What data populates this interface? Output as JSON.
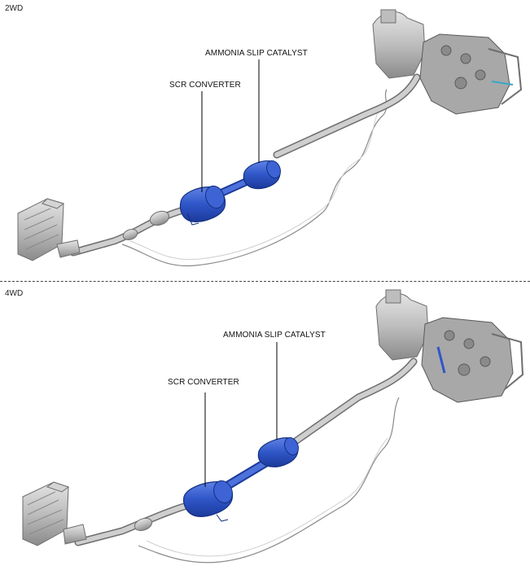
{
  "panels": [
    {
      "drive_label": "2WD",
      "callouts": {
        "scr_converter": "SCR CONVERTER",
        "ammonia_slip_catalyst": "AMMONIA SLIP CATALYST"
      }
    },
    {
      "drive_label": "4WD",
      "callouts": {
        "scr_converter": "SCR CONVERTER",
        "ammonia_slip_catalyst": "AMMONIA SLIP CATALYST"
      }
    }
  ],
  "colors": {
    "highlight_component": "#2f56c8",
    "highlight_shadow": "#1c3a9a",
    "pipe_metal": "#b8b8b8",
    "pipe_outline": "#6e6e6e",
    "engine_metal": "#9c9c9c",
    "leader_line": "#000000"
  }
}
